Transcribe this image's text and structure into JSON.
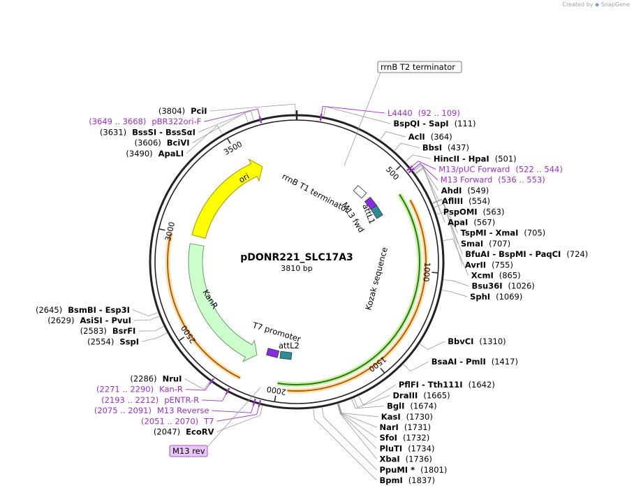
{
  "credit": {
    "prefix": "Created by",
    "brand": "SnapGene",
    "icon": "snapgene-logo-icon"
  },
  "plasmid": {
    "name": "pDONR221_SLC17A3",
    "length": "3810 bp",
    "total_bp": 3810
  },
  "ticks": [
    {
      "bp": 500,
      "label": "500"
    },
    {
      "bp": 1000,
      "label": "1000"
    },
    {
      "bp": 1500,
      "label": "1500"
    },
    {
      "bp": 2000,
      "label": "2000"
    },
    {
      "bp": 2500,
      "label": "2500"
    },
    {
      "bp": 3000,
      "label": "3000"
    },
    {
      "bp": 3500,
      "label": "3500"
    }
  ],
  "sites": [
    {
      "name": "PciI",
      "pos": "(3804)",
      "bp": 3804,
      "side": "left"
    },
    {
      "name": "BspQI - SapI",
      "pos": "(111)",
      "bp": 111,
      "side": "right"
    },
    {
      "name": "AclI",
      "pos": "(364)",
      "bp": 364,
      "side": "right"
    },
    {
      "name": "BbsI",
      "pos": "(437)",
      "bp": 437,
      "side": "right"
    },
    {
      "name": "HincII - HpaI",
      "pos": "(501)",
      "bp": 501,
      "side": "right"
    },
    {
      "name": "AhdI",
      "pos": "(549)",
      "bp": 549,
      "side": "right"
    },
    {
      "name": "AflIII",
      "pos": "(554)",
      "bp": 554,
      "side": "right"
    },
    {
      "name": "PspOMI",
      "pos": "(563)",
      "bp": 563,
      "side": "right"
    },
    {
      "name": "ApaI",
      "pos": "(567)",
      "bp": 567,
      "side": "right"
    },
    {
      "name": "TspMI - XmaI",
      "pos": "(705)",
      "bp": 705,
      "side": "right"
    },
    {
      "name": "SmaI",
      "pos": "(707)",
      "bp": 707,
      "side": "right"
    },
    {
      "name": "BfuAI - BspMI - PaqCI",
      "pos": "(724)",
      "bp": 724,
      "side": "right"
    },
    {
      "name": "AvrII",
      "pos": "(755)",
      "bp": 755,
      "side": "right"
    },
    {
      "name": "XcmI",
      "pos": "(865)",
      "bp": 865,
      "side": "right"
    },
    {
      "name": "Bsu36I",
      "pos": "(1026)",
      "bp": 1026,
      "side": "right"
    },
    {
      "name": "SphI",
      "pos": "(1069)",
      "bp": 1069,
      "side": "right"
    },
    {
      "name": "BbvCI",
      "pos": "(1310)",
      "bp": 1310,
      "side": "right"
    },
    {
      "name": "BsaAI - PmlI",
      "pos": "(1417)",
      "bp": 1417,
      "side": "right"
    },
    {
      "name": "PflFI - Tth111I",
      "pos": "(1642)",
      "bp": 1642,
      "side": "right"
    },
    {
      "name": "DraIII",
      "pos": "(1665)",
      "bp": 1665,
      "side": "right"
    },
    {
      "name": "BglI",
      "pos": "(1674)",
      "bp": 1674,
      "side": "right"
    },
    {
      "name": "KasI",
      "pos": "(1730)",
      "bp": 1730,
      "side": "right"
    },
    {
      "name": "NarI",
      "pos": "(1731)",
      "bp": 1731,
      "side": "right"
    },
    {
      "name": "SfoI",
      "pos": "(1732)",
      "bp": 1732,
      "side": "right"
    },
    {
      "name": "PluTI",
      "pos": "(1734)",
      "bp": 1734,
      "side": "right"
    },
    {
      "name": "XbaI",
      "pos": "(1736)",
      "bp": 1736,
      "side": "right"
    },
    {
      "name": "PpuMI *",
      "pos": "(1801)",
      "bp": 1801,
      "side": "right"
    },
    {
      "name": "BpmI",
      "pos": "(1837)",
      "bp": 1837,
      "side": "right"
    },
    {
      "name": "EcoRV",
      "pos": "(2047)",
      "bp": 2047,
      "side": "left"
    },
    {
      "name": "NruI",
      "pos": "(2286)",
      "bp": 2286,
      "side": "left"
    },
    {
      "name": "SspI",
      "pos": "(2554)",
      "bp": 2554,
      "side": "left"
    },
    {
      "name": "BsrFI",
      "pos": "(2583)",
      "bp": 2583,
      "side": "left"
    },
    {
      "name": "AsiSI - PvuI",
      "pos": "(2629)",
      "bp": 2629,
      "side": "left"
    },
    {
      "name": "BsmBI - Esp3I",
      "pos": "(2645)",
      "bp": 2645,
      "side": "left"
    },
    {
      "name": "ApaLI",
      "pos": "(3490)",
      "bp": 3490,
      "side": "left"
    },
    {
      "name": "BciVI",
      "pos": "(3606)",
      "bp": 3606,
      "side": "left"
    },
    {
      "name": "BssSI - BssSαI",
      "pos": "(3631)",
      "bp": 3631,
      "side": "left"
    }
  ],
  "primers": [
    {
      "name": "L4440",
      "range": "(92 .. 109)",
      "start": 92,
      "end": 109,
      "side": "right"
    },
    {
      "name": "pBR322ori-F",
      "range": "(3649 .. 3668)",
      "start": 3649,
      "end": 3668,
      "side": "left"
    },
    {
      "name": "M13/pUC Forward",
      "range": "(522 .. 544)",
      "start": 522,
      "end": 544,
      "side": "right"
    },
    {
      "name": "M13 Forward",
      "range": "(536 .. 553)",
      "start": 536,
      "end": 553,
      "side": "right"
    },
    {
      "name": "Kan-R",
      "range": "(2271 .. 2290)",
      "start": 2271,
      "end": 2290,
      "side": "left"
    },
    {
      "name": "pENTR-R",
      "range": "(2193 .. 2212)",
      "start": 2193,
      "end": 2212,
      "side": "left"
    },
    {
      "name": "M13 Reverse",
      "range": "(2075 .. 2091)",
      "start": 2075,
      "end": 2091,
      "side": "left"
    },
    {
      "name": "T7",
      "range": "(2051 .. 2070)",
      "start": 2051,
      "end": 2070,
      "side": "left"
    }
  ],
  "boxed_labels": [
    {
      "name": "rrnB T2 terminator"
    },
    {
      "name": "M13 rev"
    }
  ],
  "features": [
    {
      "name": "ori",
      "start": 3010,
      "end": 3600,
      "color": "#ffff00",
      "ring": 3
    },
    {
      "name": "KanR",
      "start": 2150,
      "end": 2960,
      "color": "#ccffcc",
      "ring": 3
    },
    {
      "name": "Kozak sequence",
      "start": 600,
      "end": 2000,
      "color": "#33aa00",
      "ring": 1
    },
    {
      "name": "rrnB T1 terminator",
      "start": 420,
      "end": 470,
      "color": "#ffffff",
      "ring": 2
    },
    {
      "name": "M13 fwd",
      "start": 540,
      "end": 560,
      "color": "#8a2be2",
      "ring": 2
    },
    {
      "name": "attL1",
      "start": 570,
      "end": 660,
      "color": "#2e8b9a",
      "ring": 2
    },
    {
      "name": "T7 promoter",
      "start": 2052,
      "end": 2070,
      "color": "#8a2be2",
      "ring": 2
    },
    {
      "name": "attL2",
      "start": 1930,
      "end": 2020,
      "color": "#2e8b9a",
      "ring": 2
    }
  ],
  "orange_arcs": [
    {
      "start": 650,
      "end": 1950,
      "color": "#f0a030",
      "ring": 0
    },
    {
      "start": 2180,
      "end": 2990,
      "color": "#f0a030",
      "ring": 0
    }
  ],
  "colors": {
    "backbone": "#222222",
    "primer": "#9b2fc9",
    "lead": "#9a9a9a"
  }
}
